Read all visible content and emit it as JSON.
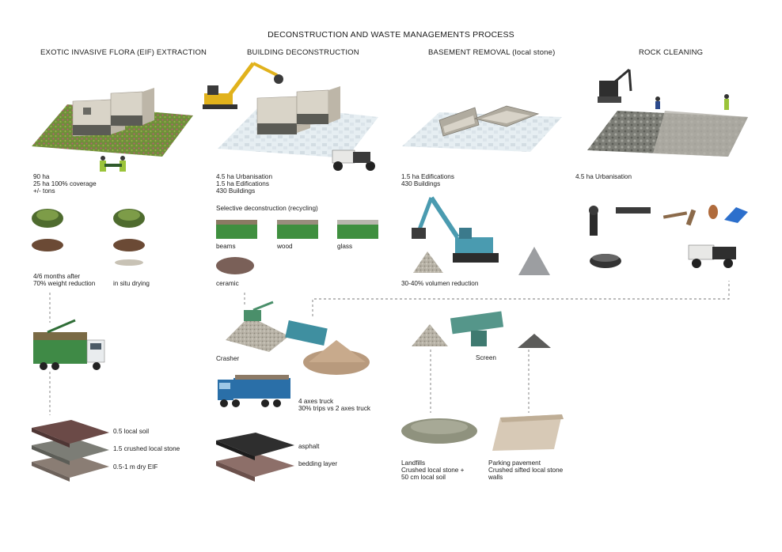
{
  "title": "DECONSTRUCTION AND WASTE MANAGEMENTS PROCESS",
  "columns": [
    {
      "title": "EXOTIC INVASIVE FLORA (EIF) EXTRACTION"
    },
    {
      "title": "BUILDING DECONSTRUCTION"
    },
    {
      "title": "BASEMENT REMOVAL (local stone)"
    },
    {
      "title": "ROCK CLEANING"
    }
  ],
  "eif": {
    "stats": [
      "90 ha",
      "25 ha 100% coverage",
      "+/- tons"
    ],
    "after": [
      "4/6 months after",
      "70% weight reduction"
    ],
    "drying": "in situ drying",
    "layers": [
      "0.5 local soil",
      "1.5 crushed local stone",
      "0.5-1 m dry EIF"
    ]
  },
  "building": {
    "stats": [
      "4.5 ha Urbanisation",
      "1.5 ha Edifications",
      "430 Buildings"
    ],
    "selective": "Selective deconstruction (recycling)",
    "bins": [
      "beams",
      "wood",
      "glass"
    ],
    "ceramic": "ceramic",
    "crasher": "Crasher",
    "truck": [
      "4 axes truck",
      "30% trips vs 2 axes truck"
    ],
    "layers": [
      "asphalt",
      "bedding layer"
    ]
  },
  "basement": {
    "stats": [
      "1.5 ha Edifications",
      "430 Buildings"
    ],
    "reduction": "30-40% volumen reduction",
    "screen": "Screen",
    "landfills": [
      "Landfills",
      "Crushed local stone +",
      "50 cm local soil"
    ],
    "parking": [
      "Parking pavement",
      "Crushed sifted local stone",
      "walls"
    ]
  },
  "rock": {
    "stats": [
      "4.5 ha Urbanisation"
    ]
  },
  "colors": {
    "text": "#1a1a1a",
    "dashed": "#777777",
    "grass": "#6f8f3a",
    "bin": "#3f8f3f",
    "machine_yellow": "#e1b21c",
    "machine_teal": "#3f8fa0",
    "truck_blue": "#2a6fa8",
    "soil": "#6b4a35",
    "stone": "#9a9a92"
  }
}
